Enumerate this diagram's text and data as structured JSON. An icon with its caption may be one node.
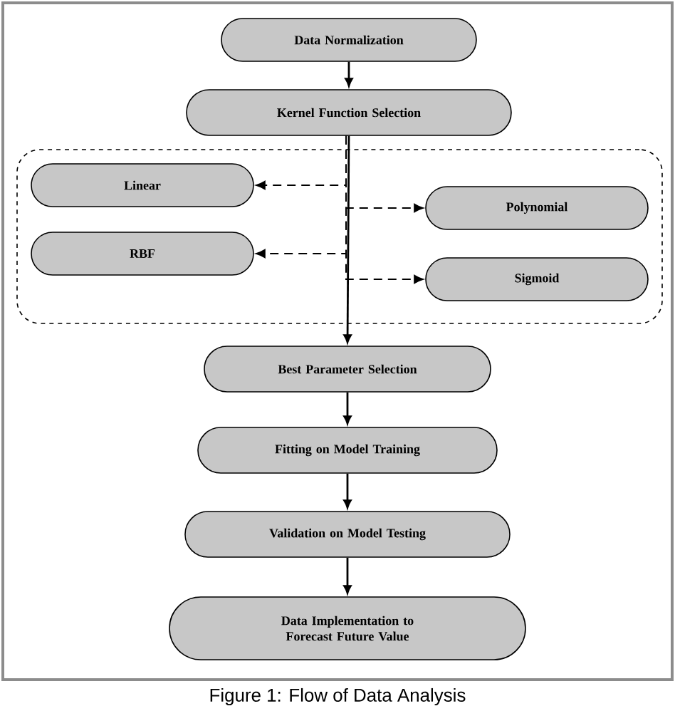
{
  "diagram": {
    "caption": "Figure 1: Flow of Data Analysis",
    "nodes": [
      {
        "text": [
          "Data Normalization"
        ]
      },
      {
        "text": [
          "Kernel Function Selection"
        ]
      },
      {
        "text": [],
        "shape": "box"
      },
      {
        "text": [
          "Linear"
        ],
        "in": 2
      },
      {
        "text": [
          "Polynomial"
        ],
        "in": 2
      },
      {
        "text": [
          "RBF"
        ],
        "in": 2
      },
      {
        "text": [
          "Sigmoid"
        ],
        "in": 2
      },
      {
        "text": [
          "Best Parameter Selection"
        ]
      },
      {
        "text": [
          "Fitting on Model Training"
        ]
      },
      {
        "text": [
          "Validation on Model Testing"
        ]
      },
      {
        "text": [
          "Data Implementation to Forecast Future Value"
        ]
      }
    ],
    "edges": [
      {
        "from": 0,
        "to": 1,
        "arrow": "to"
      },
      {
        "from": 1,
        "to": 3,
        "arrow": "to",
        "style": "dashed"
      },
      {
        "from": 1,
        "to": 4,
        "arrow": "to",
        "style": "dashed"
      },
      {
        "from": 1,
        "to": 5,
        "arrow": "to",
        "style": "dashed"
      },
      {
        "from": 1,
        "to": 6,
        "arrow": "to",
        "style": "dashed"
      },
      {
        "from": 1,
        "to": 7,
        "arrow": "to"
      },
      {
        "from": 7,
        "to": 8,
        "arrow": "to"
      },
      {
        "from": 8,
        "to": 9,
        "arrow": "to"
      },
      {
        "from": 9,
        "to": 10,
        "arrow": "to"
      }
    ]
  }
}
